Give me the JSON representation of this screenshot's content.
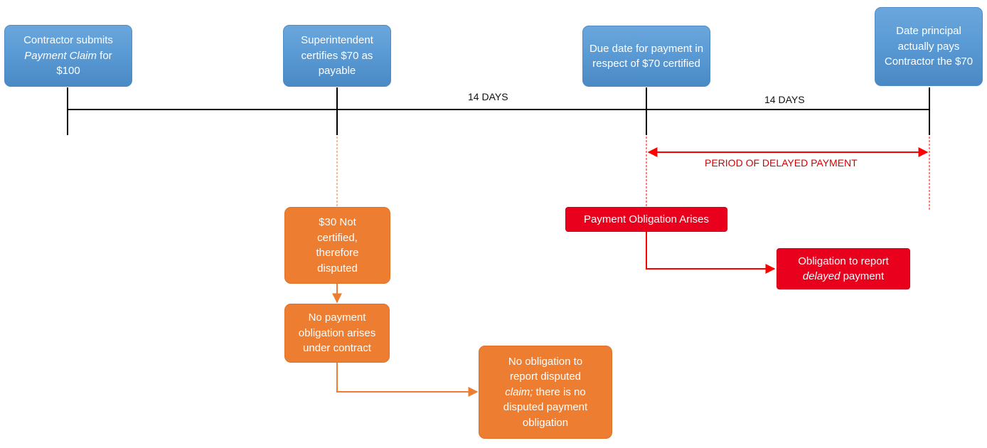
{
  "timeline": {
    "events": [
      {
        "line1": "Contractor submits",
        "line2_italic": "Payment Claim",
        "line2_rest": " for",
        "line3": "$100"
      },
      {
        "text": "Superintendent certifies $70 as payable"
      },
      {
        "text": "Due date for payment in respect of $70 certified"
      },
      {
        "text": "Date principal actually pays Contractor the $70"
      }
    ],
    "span_labels": [
      "14 DAYS",
      "14 DAYS"
    ],
    "period_label": "PERIOD OF DELAYED PAYMENT"
  },
  "disputed_flow": {
    "not_certified": "$30 Not certified, therefore disputed",
    "no_obligation": "No payment obligation arises under contract",
    "no_report": {
      "part1": "No obligation to report disputed ",
      "italic": "claim;",
      "part2": " there is no disputed payment obligation"
    }
  },
  "payment_flow": {
    "obligation_arises": "Payment Obligation Arises",
    "report_delayed": {
      "part1": "Obligation to report ",
      "italic": "delayed",
      "part2": " payment"
    }
  },
  "colors": {
    "blue_box": "#5b9bd5",
    "orange_box": "#ed7d31",
    "red_box": "#e8001c",
    "red_text": "#d40000",
    "timeline": "#000000"
  }
}
